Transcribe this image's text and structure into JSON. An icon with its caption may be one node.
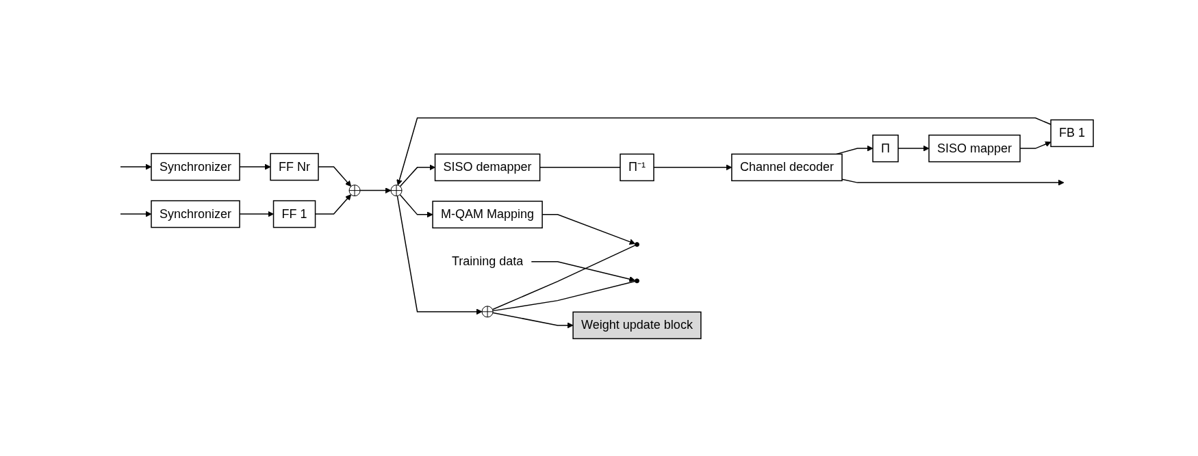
{
  "diagram": {
    "nodes": [
      {
        "text": [
          "Synchronizer"
        ]
      },
      {
        "text": [
          "FF 1"
        ]
      },
      {
        "text": [
          "Synchronizer"
        ]
      },
      {
        "text": [
          "FF Nr"
        ]
      },
      {
        "text": [
          "Weight update block"
        ]
      },
      {
        "text": [],
        "shape": "circle"
      },
      {
        "text": [],
        "shape": "circle"
      },
      {
        "text": [],
        "shape": "circle"
      },
      {
        "text": [
          "M-QAM Mapping"
        ]
      },
      {
        "text": [
          "SISO demapper"
        ]
      },
      {
        "text": [
          "Π⁻¹"
        ]
      },
      {
        "text": [
          "Channel decoder"
        ]
      },
      {
        "text": [
          "Π"
        ]
      },
      {
        "text": [
          "SISO mapper"
        ]
      },
      {
        "text": [
          "FB 1"
        ]
      },
      {
        "text": [
          "Training data"
        ]
      },
      {
        "text": [],
        "shape": "circle"
      },
      {
        "text": [],
        "shape": "circle"
      }
    ],
    "edges": [
      {
        "from": null,
        "to": 0,
        "arrow": "to"
      },
      {
        "from": 0,
        "to": 1,
        "arrow": "to"
      },
      {
        "from": null,
        "to": 2,
        "arrow": "to"
      },
      {
        "from": 2,
        "to": 3,
        "arrow": "to"
      },
      {
        "from": 1,
        "to": 5,
        "arrow": "to"
      },
      {
        "from": 3,
        "to": 5,
        "arrow": "to"
      },
      {
        "from": 5,
        "to": 6,
        "arrow": "to"
      },
      {
        "from": 6,
        "to": 7,
        "arrow": "to"
      },
      {
        "from": 6,
        "to": 8,
        "arrow": "to"
      },
      {
        "from": 6,
        "to": 9,
        "arrow": "to"
      },
      {
        "from": 7,
        "to": 4,
        "arrow": "to"
      },
      {
        "from": 7,
        "to": 16,
        "arrow": "none"
      },
      {
        "from": 7,
        "to": 17,
        "arrow": "none"
      },
      {
        "from": 15,
        "to": 16,
        "arrow": "to"
      },
      {
        "from": 8,
        "to": 17,
        "arrow": "to"
      },
      {
        "from": 9,
        "to": 10,
        "arrow": "none"
      },
      {
        "from": 10,
        "to": 11,
        "arrow": "to"
      },
      {
        "from": 11,
        "to": null,
        "arrow": "to"
      },
      {
        "from": 11,
        "to": 12,
        "arrow": "to"
      },
      {
        "from": 12,
        "to": 13,
        "arrow": "to"
      },
      {
        "from": 13,
        "to": 14,
        "arrow": "to"
      },
      {
        "from": 14,
        "to": 6,
        "arrow": "to"
      }
    ]
  }
}
